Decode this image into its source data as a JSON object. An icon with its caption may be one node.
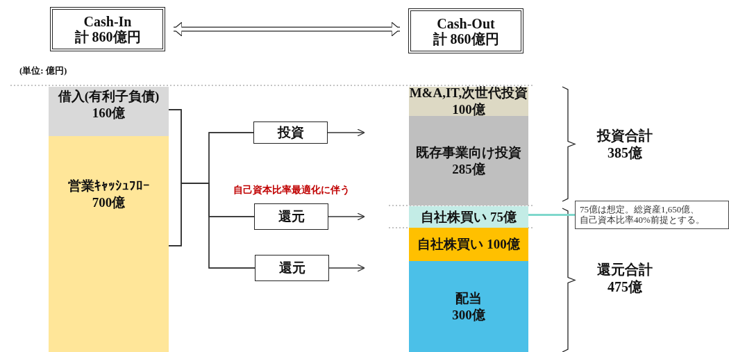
{
  "diagram": {
    "nodes": [
      {
        "text": [
          "Cash-In 計 860億円"
        ]
      },
      {
        "text": [
          "Cash-Out 計 860億円"
        ]
      },
      {
        "text": [
          "借入(有利子負債) 160億"
        ]
      },
      {
        "text": [
          "営業ｷｬｯｼｭﾌﾛｰ 700億"
        ]
      },
      {
        "text": [
          "投資"
        ]
      },
      {
        "text": [
          "還元"
        ],
        "beside": [
          "自己資本比率最適化に伴う"
        ]
      },
      {
        "text": [
          "還元"
        ]
      },
      {
        "text": [
          "M&A,IT,次世代投資 100億"
        ]
      },
      {
        "text": [
          "既存事業向け投資 285億"
        ]
      },
      {
        "text": [
          "自社株買い 75億"
        ]
      },
      {
        "text": [
          "自社株買い 100億"
        ]
      },
      {
        "text": [
          "配当 300億"
        ]
      },
      {
        "text": [
          "75億は想定。総資産1,650億、自己資本比率40%前提とする。"
        ]
      }
    ],
    "edges": [
      {
        "from": 0,
        "to": 1,
        "arrow": "both",
        "style": "thick"
      },
      {
        "from": 2,
        "to": 4,
        "arrow": "none"
      },
      {
        "from": 2,
        "to": 5,
        "arrow": "none"
      },
      {
        "from": 2,
        "to": 6,
        "arrow": "none"
      },
      {
        "from": 3,
        "to": 4,
        "arrow": "none"
      },
      {
        "from": 3,
        "to": 5,
        "arrow": "none"
      },
      {
        "from": 3,
        "to": 6,
        "arrow": "none"
      },
      {
        "from": 4,
        "to": null,
        "arrow": "to"
      },
      {
        "from": 5,
        "to": null,
        "arrow": "to"
      },
      {
        "from": 6,
        "to": null,
        "arrow": "to"
      },
      {
        "from": 12,
        "to": 9,
        "arrow": "none",
        "style": "thick",
        "color": "#7fd8cc"
      }
    ],
    "labels": [
      "(単位: 億円)",
      "投資合計 385億",
      "還元合計 475億"
    ]
  }
}
